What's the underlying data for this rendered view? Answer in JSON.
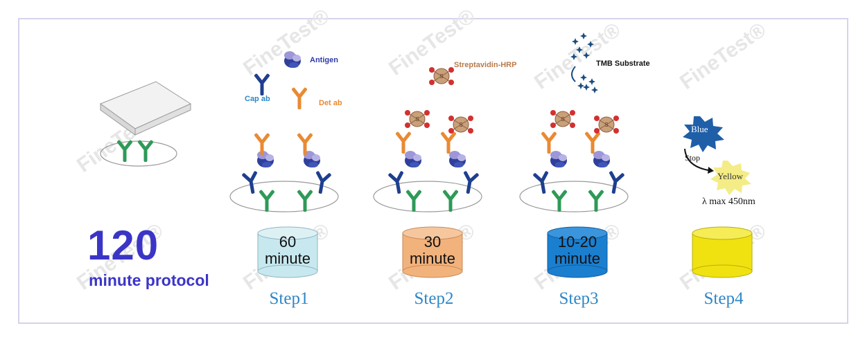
{
  "protocol": {
    "duration": "120",
    "label": "minute protocol"
  },
  "steps": [
    {
      "label": "Step1",
      "time_line1": "60",
      "time_line2": "minute",
      "color": "#c7e8ef"
    },
    {
      "label": "Step2",
      "time_line1": "30",
      "time_line2": "minute",
      "color": "#f2b27c"
    },
    {
      "label": "Step3",
      "time_line1": "10-20",
      "time_line2": "minute",
      "color": "#1b7fd0"
    },
    {
      "label": "Step4",
      "time_line1": "",
      "time_line2": "",
      "color": "#f0e210"
    }
  ],
  "labels": {
    "antigen": "Antigen",
    "cap_ab": "Cap ab",
    "det_ab": "Det ab",
    "streptavidin_hrp": "Streptavidin-HRP",
    "tmb_substrate": "TMB Substrate",
    "blue": "Blue",
    "stop": "Stop",
    "yellow": "Yellow",
    "lambda_max": "λ max   450nm"
  },
  "watermark": "FineTest®",
  "colors": {
    "title": "#3b35c7",
    "step_text": "#2e86c6",
    "capture_antibody": "#1e3f8f",
    "coating_antibody": "#2e9a57",
    "detection_antibody": "#e98a33",
    "antigen": "#4d5bbd",
    "hrp": "#c9a07a"
  }
}
